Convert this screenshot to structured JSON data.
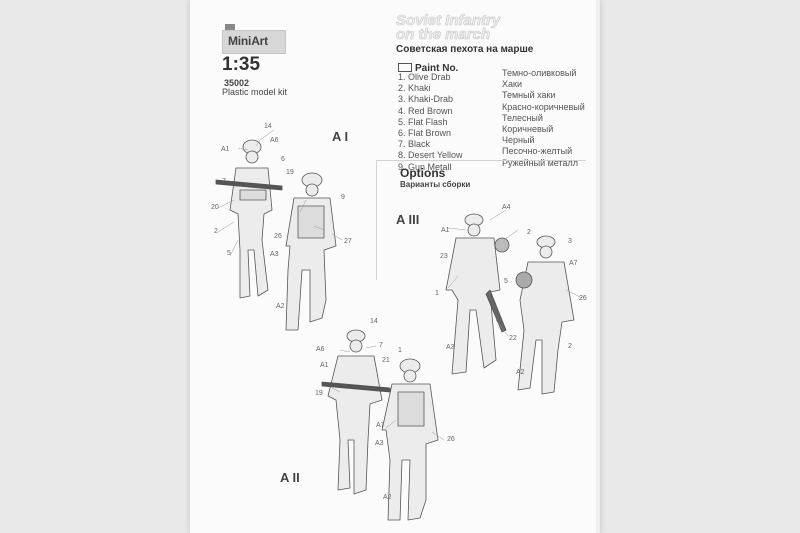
{
  "brand": {
    "name": "MiniArt"
  },
  "kit": {
    "scale": "1:35",
    "code": "35002",
    "type": "Plastic model kit"
  },
  "title": {
    "en_line1": "Soviet Infantry",
    "en_line2": "on the march",
    "ru": "Советская пехота на марше"
  },
  "paint": {
    "heading": "Paint No.",
    "items": [
      "1. Olive Drab",
      "2. Khaki",
      "3. Khaki-Drab",
      "4. Red Brown",
      "5. Flat Flash",
      "6. Flat Brown",
      "7. Black",
      "8. Desert Yellow",
      "9. Gun Metall"
    ],
    "items_ru": [
      "Темно-оливковый",
      "Хаки",
      "Темный хаки",
      "Красно-коричневый",
      "Телесный",
      "Коричневый",
      "Черный",
      "Песочно-желтый",
      "Ружейный металл"
    ]
  },
  "options": {
    "heading": "Options",
    "ru": "Варианты сборки"
  },
  "variants": {
    "a1": "A I",
    "a2": "A II",
    "a3": "A III"
  },
  "callouts": {
    "c1": "14",
    "c2": "A6",
    "c3": "A1",
    "c4": "6",
    "c5": "19",
    "c6": "7",
    "c7": "20",
    "c8": "2",
    "c9": "5",
    "c10": "26",
    "c11": "A3",
    "c12": "9",
    "c13": "27",
    "c14": "A2",
    "c15": "A4",
    "c16": "A1",
    "c17": "2",
    "c18": "3",
    "c19": "23",
    "c20": "A7",
    "c21": "26",
    "c22": "1",
    "c23": "22",
    "c24": "A3",
    "c25": "A2",
    "c26": "14",
    "c27": "A6",
    "c28": "7",
    "c29": "A1",
    "c30": "21",
    "c31": "19",
    "c32": "A7",
    "c33": "A3",
    "c34": "26",
    "c35": "A2",
    "c36": "1",
    "c37": "2",
    "c38": "5"
  }
}
